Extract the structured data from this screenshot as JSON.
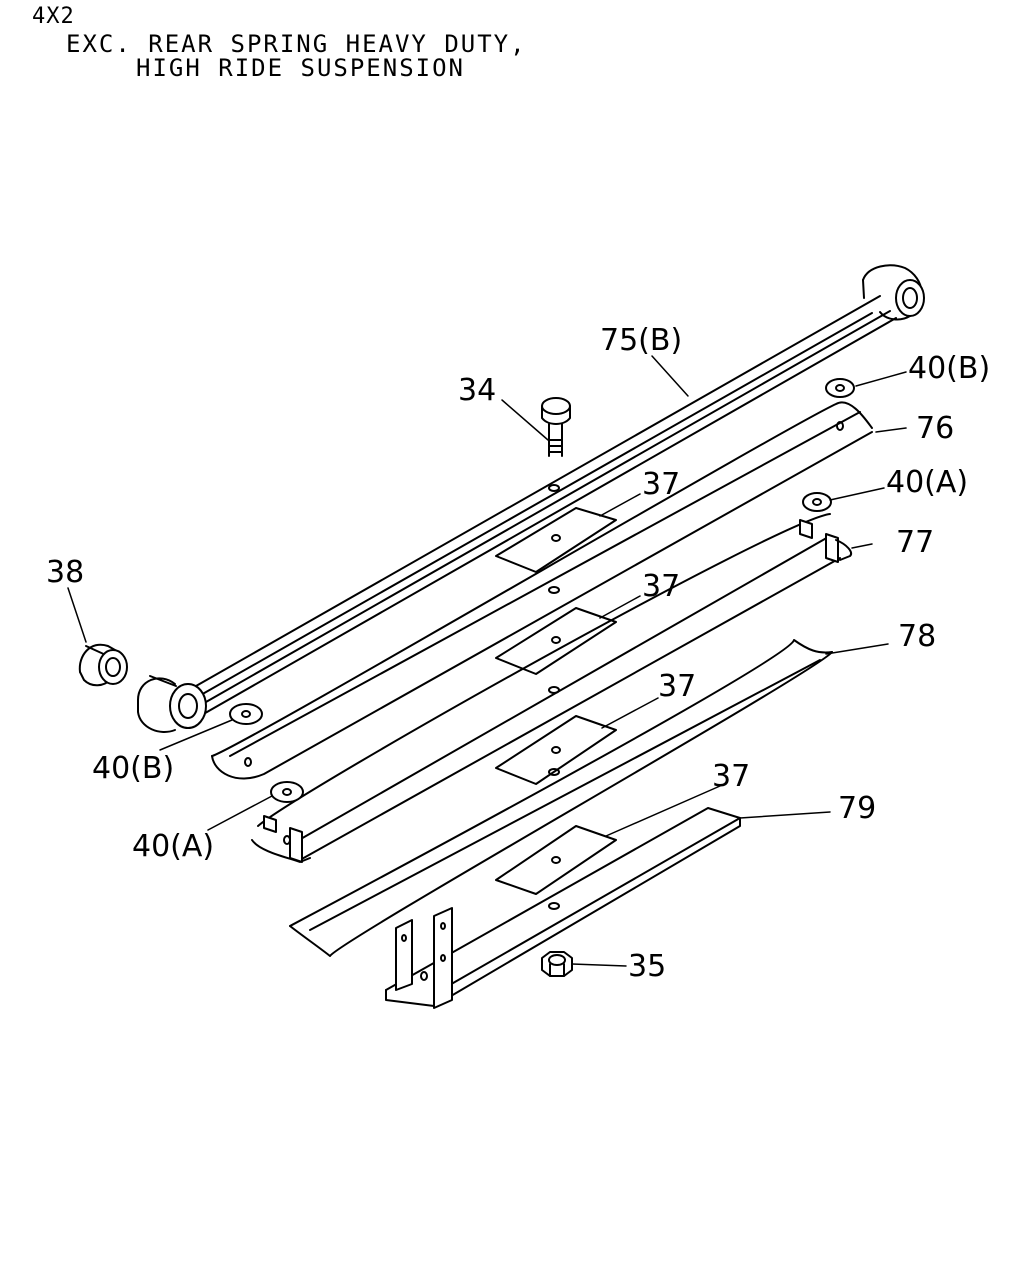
{
  "header": {
    "line1": "4X2",
    "line2": "EXC. REAR SPRING HEAVY DUTY,",
    "line3": "HIGH RIDE SUSPENSION"
  },
  "callouts": {
    "c34": "34",
    "c75b": "75(B)",
    "c40b_top": "40(B)",
    "c76": "76",
    "c40a_top": "40(A)",
    "c77": "77",
    "c37_1": "37",
    "c37_2": "37",
    "c37_3": "37",
    "c37_4": "37",
    "c38": "38",
    "c78": "78",
    "c40b_bot": "40(B)",
    "c40a_bot": "40(A)",
    "c79": "79",
    "c35": "35"
  }
}
